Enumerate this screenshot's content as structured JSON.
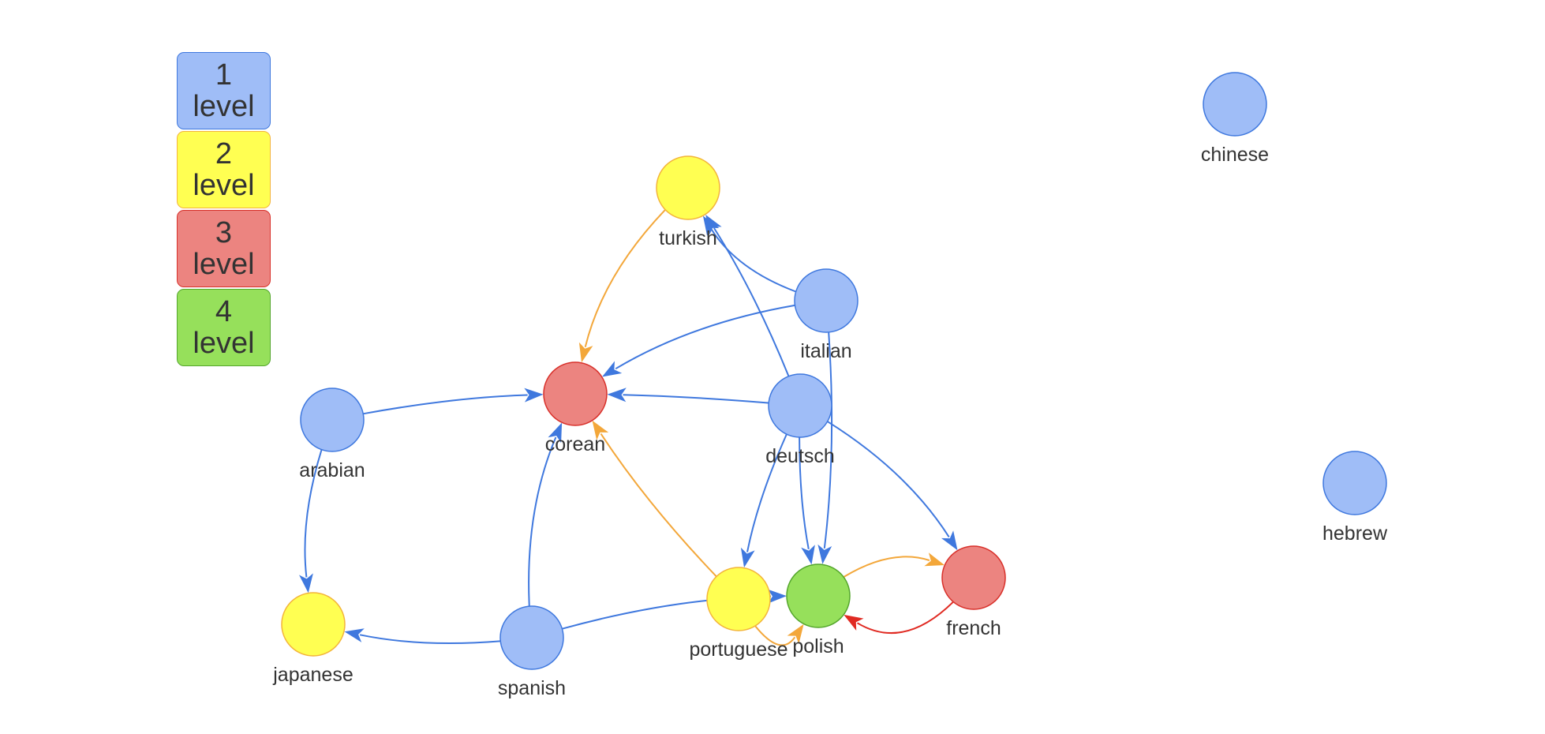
{
  "legend": [
    {
      "number": "1",
      "text": "level",
      "fill": "#9fbdf7",
      "border": "#3f78de"
    },
    {
      "number": "2",
      "text": "level",
      "fill": "#ffff52",
      "border": "#f3b43a"
    },
    {
      "number": "3",
      "text": "level",
      "fill": "#ec8480",
      "border": "#d8302a"
    },
    {
      "number": "4",
      "text": "level",
      "fill": "#96e05b",
      "border": "#54a62c"
    }
  ],
  "nodes": [
    {
      "id": "chinese",
      "label": "chinese",
      "level": 1
    },
    {
      "id": "hebrew",
      "label": "hebrew",
      "level": 1
    },
    {
      "id": "turkish",
      "label": "turkish",
      "level": 2
    },
    {
      "id": "italian",
      "label": "italian",
      "level": 1
    },
    {
      "id": "corean",
      "label": "corean",
      "level": 3
    },
    {
      "id": "deutsch",
      "label": "deutsch",
      "level": 1
    },
    {
      "id": "arabian",
      "label": "arabian",
      "level": 1
    },
    {
      "id": "japanese",
      "label": "japanese",
      "level": 2
    },
    {
      "id": "spanish",
      "label": "spanish",
      "level": 1
    },
    {
      "id": "portuguese",
      "label": "portuguese",
      "level": 2
    },
    {
      "id": "polish",
      "label": "polish",
      "level": 4
    },
    {
      "id": "french",
      "label": "french",
      "level": 3
    }
  ],
  "edges": [
    {
      "from": "turkish",
      "to": "corean",
      "color": "#f3a73a"
    },
    {
      "from": "italian",
      "to": "turkish",
      "color": "#3f78de"
    },
    {
      "from": "italian",
      "to": "corean",
      "color": "#3f78de"
    },
    {
      "from": "italian",
      "to": "polish",
      "color": "#3f78de"
    },
    {
      "from": "deutsch",
      "to": "turkish",
      "color": "#3f78de"
    },
    {
      "from": "deutsch",
      "to": "corean",
      "color": "#3f78de"
    },
    {
      "from": "deutsch",
      "to": "portuguese",
      "color": "#3f78de"
    },
    {
      "from": "deutsch",
      "to": "polish",
      "color": "#3f78de"
    },
    {
      "from": "deutsch",
      "to": "french",
      "color": "#3f78de"
    },
    {
      "from": "arabian",
      "to": "corean",
      "color": "#3f78de"
    },
    {
      "from": "arabian",
      "to": "japanese",
      "color": "#3f78de"
    },
    {
      "from": "spanish",
      "to": "japanese",
      "color": "#3f78de"
    },
    {
      "from": "spanish",
      "to": "corean",
      "color": "#3f78de"
    },
    {
      "from": "spanish",
      "to": "polish",
      "color": "#3f78de"
    },
    {
      "from": "portuguese",
      "to": "corean",
      "color": "#f3a73a"
    },
    {
      "from": "portuguese",
      "to": "polish",
      "color": "#f3a73a"
    },
    {
      "from": "polish",
      "to": "french",
      "color": "#f3a73a"
    },
    {
      "from": "french",
      "to": "polish",
      "color": "#e02a22"
    }
  ]
}
